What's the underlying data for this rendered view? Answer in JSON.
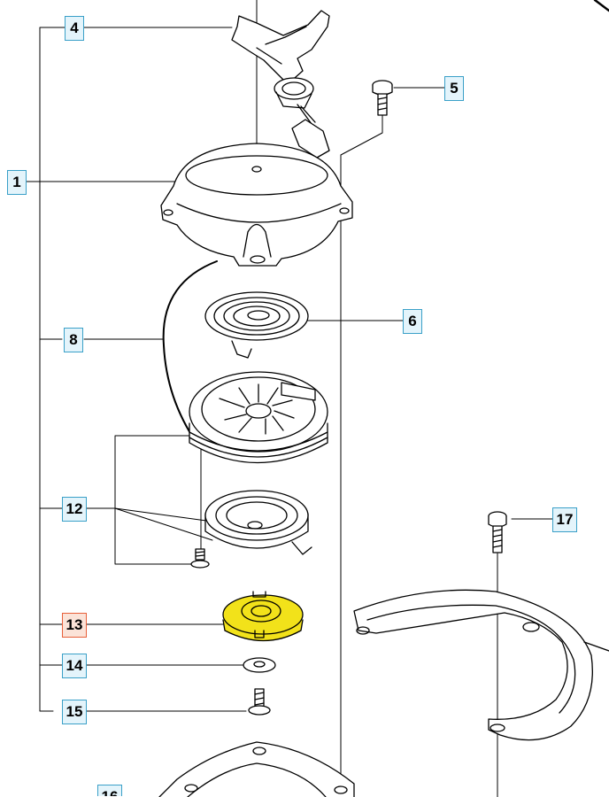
{
  "callouts": {
    "c1": "1",
    "c4": "4",
    "c5": "5",
    "c6": "6",
    "c8": "8",
    "c12": "12",
    "c13": "13",
    "c14": "14",
    "c15": "15",
    "c16": "16",
    "c17": "17"
  },
  "selected_part": "13",
  "colors": {
    "line": "#000000",
    "callout_border": "#3aa0c8",
    "callout_fill": "#e4f4fb",
    "selected_border": "#e8603a",
    "selected_fill": "#fbe3d8",
    "highlight_part": "#f2e21a"
  }
}
